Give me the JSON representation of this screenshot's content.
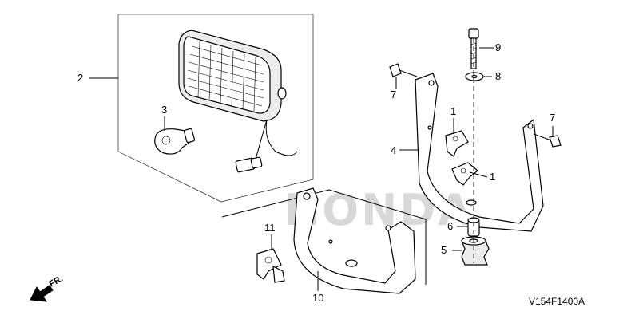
{
  "watermark": "HONDA",
  "direction_label": "FR.",
  "diagram_code": "V154F1400A",
  "callouts": {
    "c1a": "1",
    "c1b": "1",
    "c2": "2",
    "c3": "3",
    "c4": "4",
    "c5": "5",
    "c6": "6",
    "c7a": "7",
    "c7b": "7",
    "c8": "8",
    "c9": "9",
    "c10": "10",
    "c11": "11"
  },
  "icons": {
    "direction": "arrow-down-left-icon"
  }
}
